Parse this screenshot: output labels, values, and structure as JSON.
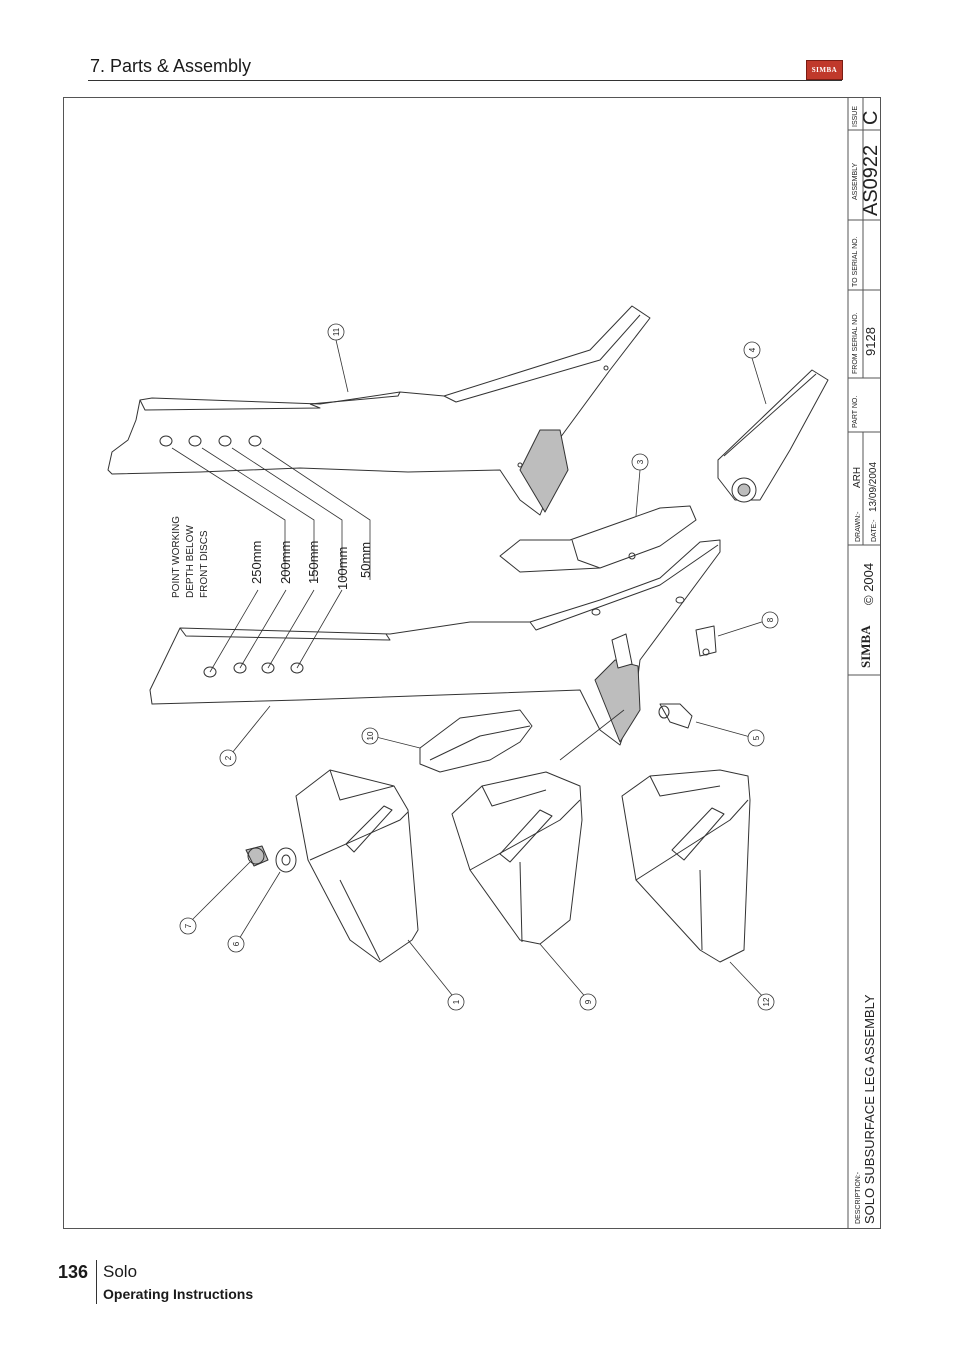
{
  "header": {
    "section_title": "7. Parts & Assembly",
    "logo_text": "SIMBA"
  },
  "title_block": {
    "issue_label": "ISSUE",
    "issue_value": "C",
    "assembly_label": "ASSEMBLY",
    "assembly_value": "AS0922",
    "to_serial_label": "TO SERIAL NO.",
    "to_serial_value": "",
    "from_serial_label": "FROM SERIAL NO.",
    "from_serial_value": "9128",
    "part_no_label": "PART NO.",
    "drawn_label": "DRAWN:-",
    "drawn_value": "ARH",
    "date_label": "DATE:-",
    "date_value": "13/09/2004",
    "logo_text": "SIMBA",
    "copyright": "© 2004",
    "description_label": "DESCRIPTION:-",
    "description_value": "SOLO SUBSURFACE LEG ASSEMBLY"
  },
  "drawing": {
    "note_lines": [
      "POINT WORKING",
      "DEPTH BELOW",
      "FRONT DISCS"
    ],
    "depth_labels": [
      "250mm",
      "200mm",
      "150mm",
      "100mm",
      "50mm"
    ],
    "part_callouts": [
      "1",
      "2",
      "3",
      "4",
      "5",
      "6",
      "7",
      "8",
      "9",
      "10",
      "11",
      "12"
    ]
  },
  "footer": {
    "page_number": "136",
    "product": "Solo",
    "subtitle": "Operating Instructions"
  },
  "colors": {
    "line": "#333333",
    "logo_red": "#c0392b",
    "shade": "#bdbdbd"
  }
}
